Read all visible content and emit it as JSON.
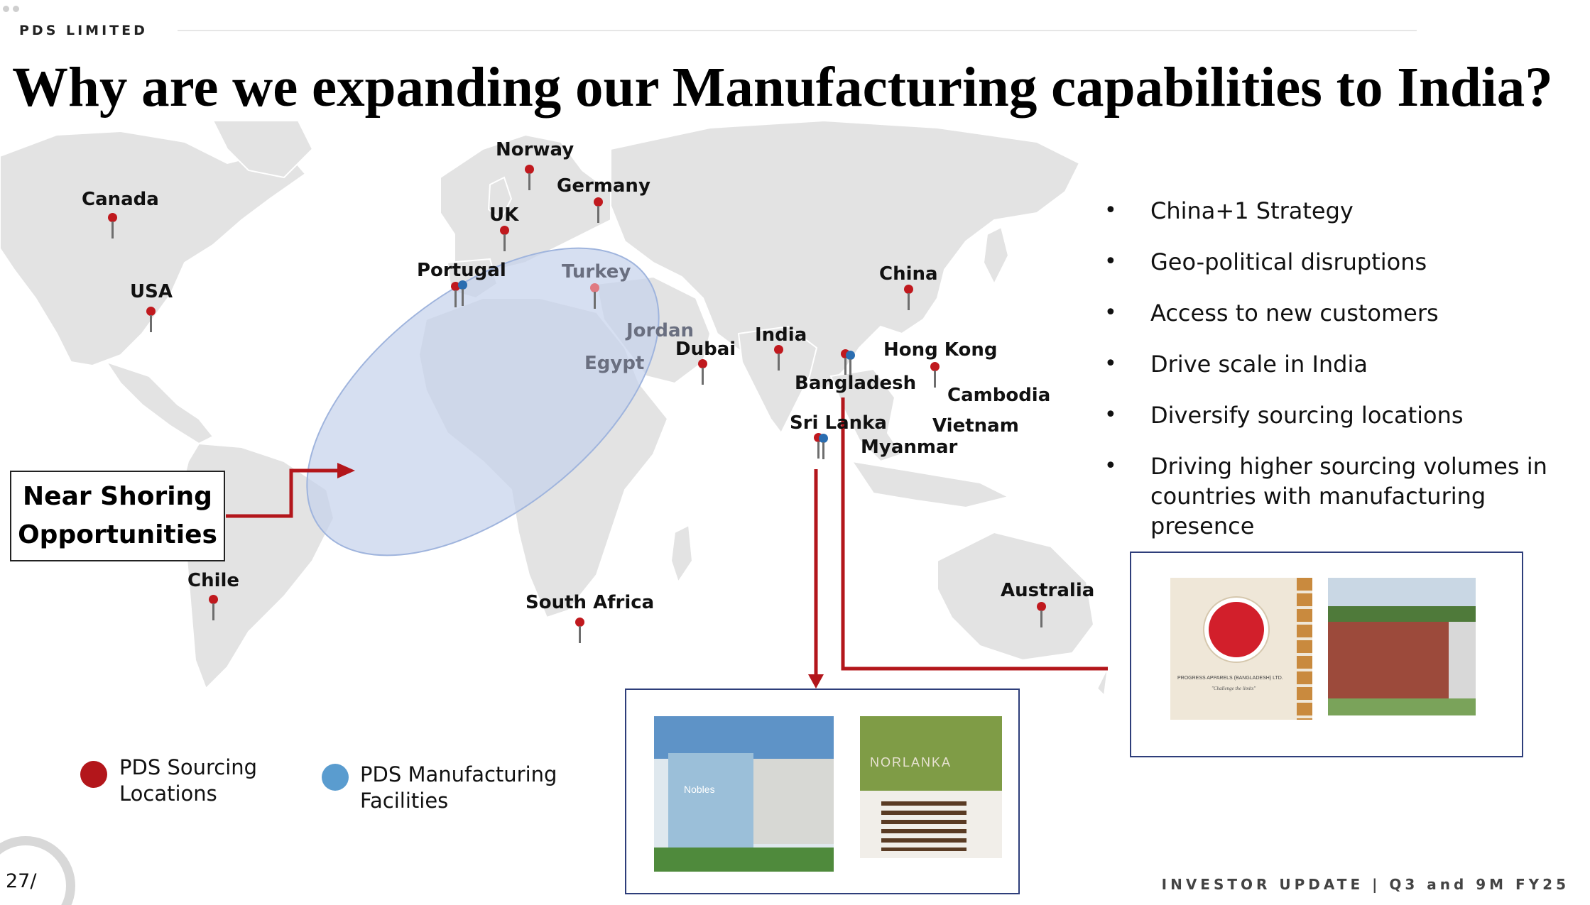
{
  "header": {
    "company": "PDS LIMITED"
  },
  "title": "Why are we expanding our Manufacturing capabilities to India?",
  "map": {
    "locations": {
      "canada": "Canada",
      "usa": "USA",
      "chile": "Chile",
      "norway": "Norway",
      "germany": "Germany",
      "uk": "UK",
      "portugal": "Portugal",
      "turkey": "Turkey",
      "jordan": "Jordan",
      "egypt": "Egypt",
      "dubai": "Dubai",
      "india": "India",
      "china": "China",
      "hong_kong": "Hong Kong",
      "bangladesh": "Bangladesh",
      "cambodia": "Cambodia",
      "sri_lanka": "Sri Lanka",
      "vietnam": "Vietnam",
      "myanmar": "Myanmar",
      "south_africa": "South Africa",
      "australia": "Australia"
    },
    "pin_colors": {
      "sourcing": "#c0191e",
      "manufacturing": "#2a6db0",
      "highlight": "#e07a82"
    }
  },
  "callout": {
    "line1": "Near Shoring",
    "line2": "Opportunities"
  },
  "bullets": [
    "China+1 Strategy",
    "Geo-political disruptions",
    "Access to new customers",
    "Drive scale in India",
    "Diversify sourcing locations",
    "Driving higher sourcing volumes in countries with manufacturing presence"
  ],
  "legend": {
    "sourcing": {
      "label": "PDS Sourcing Locations",
      "color": "#b3161b"
    },
    "manufacturing": {
      "label": "PDS Manufacturing Facilities",
      "color": "#5a9ccf"
    }
  },
  "photos": {
    "sri_lanka_left_sign": "Nobles",
    "sri_lanka_right_sign": "NORLANKA",
    "bangladesh_sign": "PROGRESS APPARELS (BANGLADESH) LTD.",
    "bangladesh_tagline": "\"Challenge the limits\""
  },
  "footer": {
    "page": "27/",
    "deck": "INVESTOR UPDATE | Q3 and 9M FY25"
  },
  "colors": {
    "arrow": "#b3161b",
    "ellipse_fill": "#c6d3ec",
    "ellipse_stroke": "#9fb4dd",
    "land": "#e3e3e3",
    "box_border": "#2e3e7a"
  }
}
